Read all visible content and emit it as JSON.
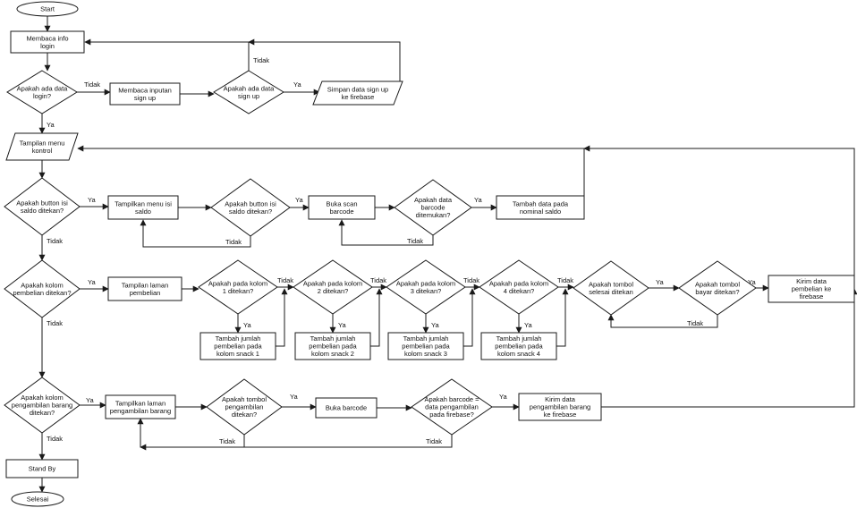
{
  "flowchart": {
    "nodes": {
      "start": {
        "lines": [
          "Start"
        ],
        "shape": "terminator"
      },
      "membaca_info": {
        "lines": [
          "Membaca info",
          "login"
        ],
        "shape": "process"
      },
      "ada_data_login": {
        "lines": [
          "Apakah ada data",
          "login?"
        ],
        "shape": "decision"
      },
      "membaca_inputan": {
        "lines": [
          "Membaca inputan",
          "sign up"
        ],
        "shape": "process"
      },
      "ada_data_signup": {
        "lines": [
          "Apakah ada data",
          "sign up"
        ],
        "shape": "decision"
      },
      "simpan_signup": {
        "lines": [
          "Simpan data sign up",
          "ke firebase"
        ],
        "shape": "data"
      },
      "tampilan_menu": {
        "lines": [
          "Tampilan menu",
          "kontrol"
        ],
        "shape": "data"
      },
      "btn_isi_saldo": {
        "lines": [
          "Apakah button isi",
          "saldo ditekan?"
        ],
        "shape": "decision"
      },
      "tampilkan_isi_saldo": {
        "lines": [
          "Tampilkan menu isi",
          "saldo"
        ],
        "shape": "process"
      },
      "btn_isi_saldo2": {
        "lines": [
          "Apakah button isi",
          "saldo ditekan?"
        ],
        "shape": "decision"
      },
      "buka_scan": {
        "lines": [
          "Buka scan",
          "barcode"
        ],
        "shape": "process"
      },
      "barcode_ditemukan": {
        "lines": [
          "Apakah data",
          "barcode",
          "ditemukan?"
        ],
        "shape": "decision"
      },
      "tambah_saldo": {
        "lines": [
          "Tambah data pada",
          "nominal saldo"
        ],
        "shape": "process"
      },
      "kolom_pembelian": {
        "lines": [
          "Apakah kolom",
          "pembelian ditekan?"
        ],
        "shape": "decision"
      },
      "tampilan_pembelian": {
        "lines": [
          "Tampilan laman",
          "pembelian"
        ],
        "shape": "process"
      },
      "kolom1": {
        "lines": [
          "Apakah pada kolom",
          "1 ditekan?"
        ],
        "shape": "decision"
      },
      "kolom2": {
        "lines": [
          "Apakah pada kolom",
          "2 ditekan?"
        ],
        "shape": "decision"
      },
      "kolom3": {
        "lines": [
          "Apakah pada kolom",
          "3 ditekan?"
        ],
        "shape": "decision"
      },
      "kolom4": {
        "lines": [
          "Apakah pada kolom",
          "4 ditekan?"
        ],
        "shape": "decision"
      },
      "tombol_selesai": {
        "lines": [
          "Apakah tombol",
          "selesai ditekan"
        ],
        "shape": "decision"
      },
      "tombol_bayar": {
        "lines": [
          "Apakah tombol",
          "bayar ditekan?"
        ],
        "shape": "decision"
      },
      "kirim_pembelian": {
        "lines": [
          "Kirim data",
          "pembelian ke",
          "firebase"
        ],
        "shape": "process"
      },
      "tambah1": {
        "lines": [
          "Tambah jumlah",
          "pembelian pada",
          "kolom snack 1"
        ],
        "shape": "process"
      },
      "tambah2": {
        "lines": [
          "Tambah jumlah",
          "pembelian pada",
          "kolom snack 2"
        ],
        "shape": "process"
      },
      "tambah3": {
        "lines": [
          "Tambah jumlah",
          "pembelian pada",
          "kolom snack 3"
        ],
        "shape": "process"
      },
      "tambah4": {
        "lines": [
          "Tambah jumlah",
          "pembelian pada",
          "kolom snack 4"
        ],
        "shape": "process"
      },
      "kolom_pengambilan": {
        "lines": [
          "Apakah kolom",
          "pengambilan barang",
          "ditekan?"
        ],
        "shape": "decision"
      },
      "tampilan_pengambilan": {
        "lines": [
          "Tampilkan laman",
          "pengambilan barang"
        ],
        "shape": "process"
      },
      "tombol_pengambilan": {
        "lines": [
          "Apakah tombol",
          "pengambilan",
          "ditekan?"
        ],
        "shape": "decision"
      },
      "buka_barcode": {
        "lines": [
          "Buka barcode"
        ],
        "shape": "process"
      },
      "barcode_sama": {
        "lines": [
          "Apakah barcode =",
          "data pengambilan",
          "pada firebase?"
        ],
        "shape": "decision"
      },
      "kirim_pengambilan": {
        "lines": [
          "Kirim data",
          "pengambilan barang",
          "ke firebase"
        ],
        "shape": "process"
      },
      "stand_by": {
        "lines": [
          "Stand By"
        ],
        "shape": "process"
      },
      "selesai": {
        "lines": [
          "Selesai"
        ],
        "shape": "terminator"
      }
    },
    "labels": {
      "tidak_login": "Tidak",
      "tidak_signup": "Tidak",
      "ya_signup": "Ya",
      "ya_login": "Ya",
      "ya_saldo": "Ya",
      "ya_saldo2": "Ya",
      "tidak_saldo2": "Tidak",
      "ya_barcode": "Ya",
      "tidak_barcode": "Tidak",
      "tidak_saldo": "Tidak",
      "ya_pembelian": "Ya",
      "tidak_k1": "Tidak",
      "tidak_k2": "Tidak",
      "tidak_k3": "Tidak",
      "tidak_k4": "Tidak",
      "ya_k1": "Ya",
      "ya_k2": "Ya",
      "ya_k3": "Ya",
      "ya_k4": "Ya",
      "ya_selesai": "Ya",
      "ya_bayar": "Ya",
      "tidak_bayar": "Tidak",
      "tidak_pembelian": "Tidak",
      "ya_pengambilan": "Ya",
      "ya_tombol_ambil": "Ya",
      "tidak_tombol_ambil": "Tidak",
      "ya_barcode_sama": "Ya",
      "tidak_barcode_sama": "Tidak",
      "tidak_pengambilan": "Tidak"
    }
  }
}
